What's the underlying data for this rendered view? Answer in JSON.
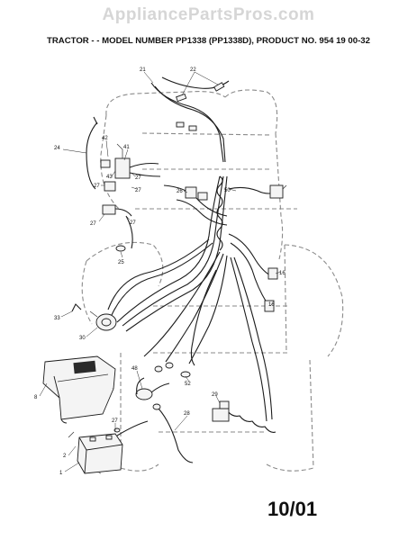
{
  "watermark": "AppliancePartsPros.com",
  "title": "TRACTOR - - MODEL NUMBER PP1338 (PP1338D), PRODUCT NO. 954 19 00-32",
  "footer": "10/01",
  "callouts": {
    "c21": "21",
    "c22": "22",
    "c24": "24",
    "c42": "42",
    "c41": "41",
    "c43": "43",
    "c27a": "27",
    "c27b": "27",
    "c27c": "27",
    "c27d": "27",
    "c27e": "27",
    "c26": "26",
    "c50": "50",
    "c25": "25",
    "c16a": "16",
    "c16b": "16",
    "c33": "33",
    "c30": "30",
    "c8": "8",
    "c48": "48",
    "c52": "52",
    "c29": "29",
    "c28": "28",
    "c2": "2",
    "c1": "1"
  }
}
